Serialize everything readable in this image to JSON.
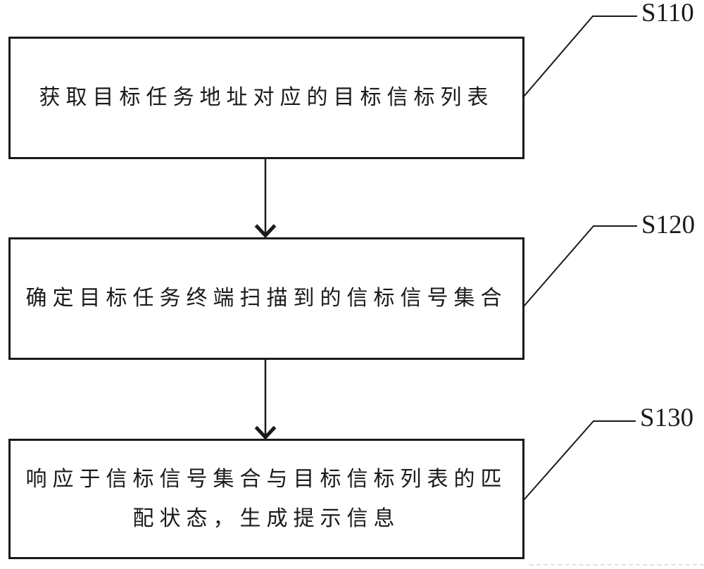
{
  "figure": {
    "colors": {
      "line": "#1a1a1a",
      "background": "#ffffff",
      "artifact": "#e0e0e0"
    },
    "steps": [
      {
        "id": "S110",
        "lines": [
          "获取目标任务地址对应的目标信标列表"
        ]
      },
      {
        "id": "S120",
        "lines": [
          "确定目标任务终端扫描到的信标信号集合"
        ]
      },
      {
        "id": "S130",
        "lines": [
          "响应于信标信号集合与目标信标列表的匹",
          "配状态，生成提示信息"
        ]
      }
    ]
  }
}
